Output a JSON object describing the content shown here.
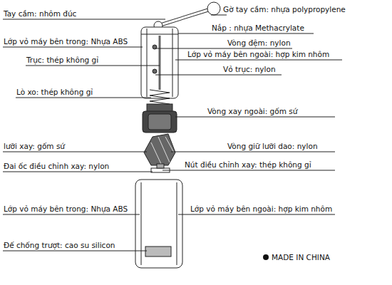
{
  "diagram": {
    "labels": [
      "Tay cầm: nhôm đúc",
      "Gờ tay cầm: nhựa polypropylene",
      "Nắp : nhựa Methacrylate",
      "Lớp vỏ máy bên trong: Nhựa ABS",
      "Vòng đệm: nylon",
      "Lớp vỏ máy bên ngoài: hợp kim nhôm",
      "Trục: thép không gỉ",
      "Vỏ trục: nylon",
      "Lò xo: thép không gỉ",
      "Vòng xay ngoài: gốm sứ",
      "lưỡi xay: gốm sứ",
      "Vòng giữ lưỡi dao: nylon",
      "Đai ốc điều chỉnh xay: nylon",
      "Nút điều chỉnh xay: thép không gỉ",
      "Lớp vỏ máy bên trong: Nhựa ABS",
      "Lớp vỏ máy bên ngoài: hợp kim nhôm",
      "Đế chống trượt: cao su silicon",
      "MADE IN CHINA"
    ]
  }
}
